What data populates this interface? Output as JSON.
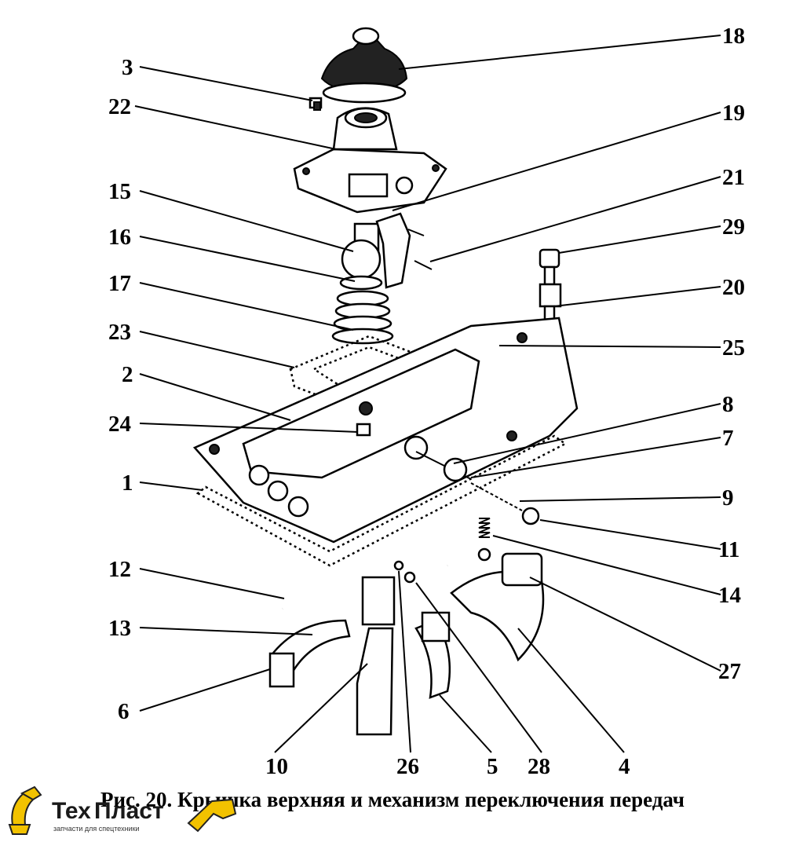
{
  "caption": "Рис. 20. Крышка верхняя и механизм переключения передач",
  "labels": {
    "l1": "1",
    "l2": "2",
    "l3": "3",
    "l4": "4",
    "l5": "5",
    "l6": "6",
    "l7": "7",
    "l8": "8",
    "l9": "9",
    "l10": "10",
    "l11": "11",
    "l12": "12",
    "l13": "13",
    "l14": "14",
    "l15": "15",
    "l16": "16",
    "l17": "17",
    "l18": "18",
    "l19": "19",
    "l20": "20",
    "l21": "21",
    "l22": "22",
    "l23": "23",
    "l24": "24",
    "l25": "25",
    "l26": "26",
    "l27": "27",
    "l28": "28",
    "l29": "29"
  },
  "logo": {
    "brand_prefix": "Тех",
    "brand_suffix": "Пласт",
    "tagline": "запчасти для спецтехники",
    "accent_color": "#f2c200"
  }
}
